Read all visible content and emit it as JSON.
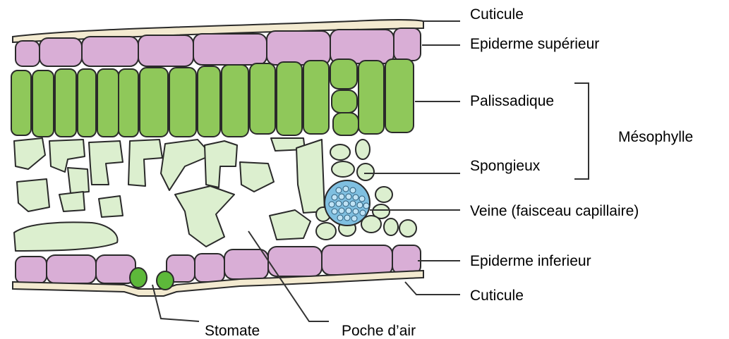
{
  "labels": {
    "cuticle_top": "Cuticule",
    "upper_epidermis": "Epiderme supérieur",
    "palisade": "Palissadique",
    "spongy": "Spongieux",
    "mesophyll": "Mésophylle",
    "vein": "Veine (faisceau capillaire)",
    "lower_epidermis": "Epiderme inferieur",
    "cuticle_bottom": "Cuticule",
    "stomate": "Stomate",
    "air_pocket": "Poche d’air"
  },
  "colors": {
    "cuticle": "#f3ead0",
    "epidermis": "#d9aed6",
    "palisade": "#8fc85a",
    "spongy": "#dcefcf",
    "vein": "#7fbfe0",
    "guard_cell": "#5db83a",
    "outline": "#2a2a2a"
  }
}
